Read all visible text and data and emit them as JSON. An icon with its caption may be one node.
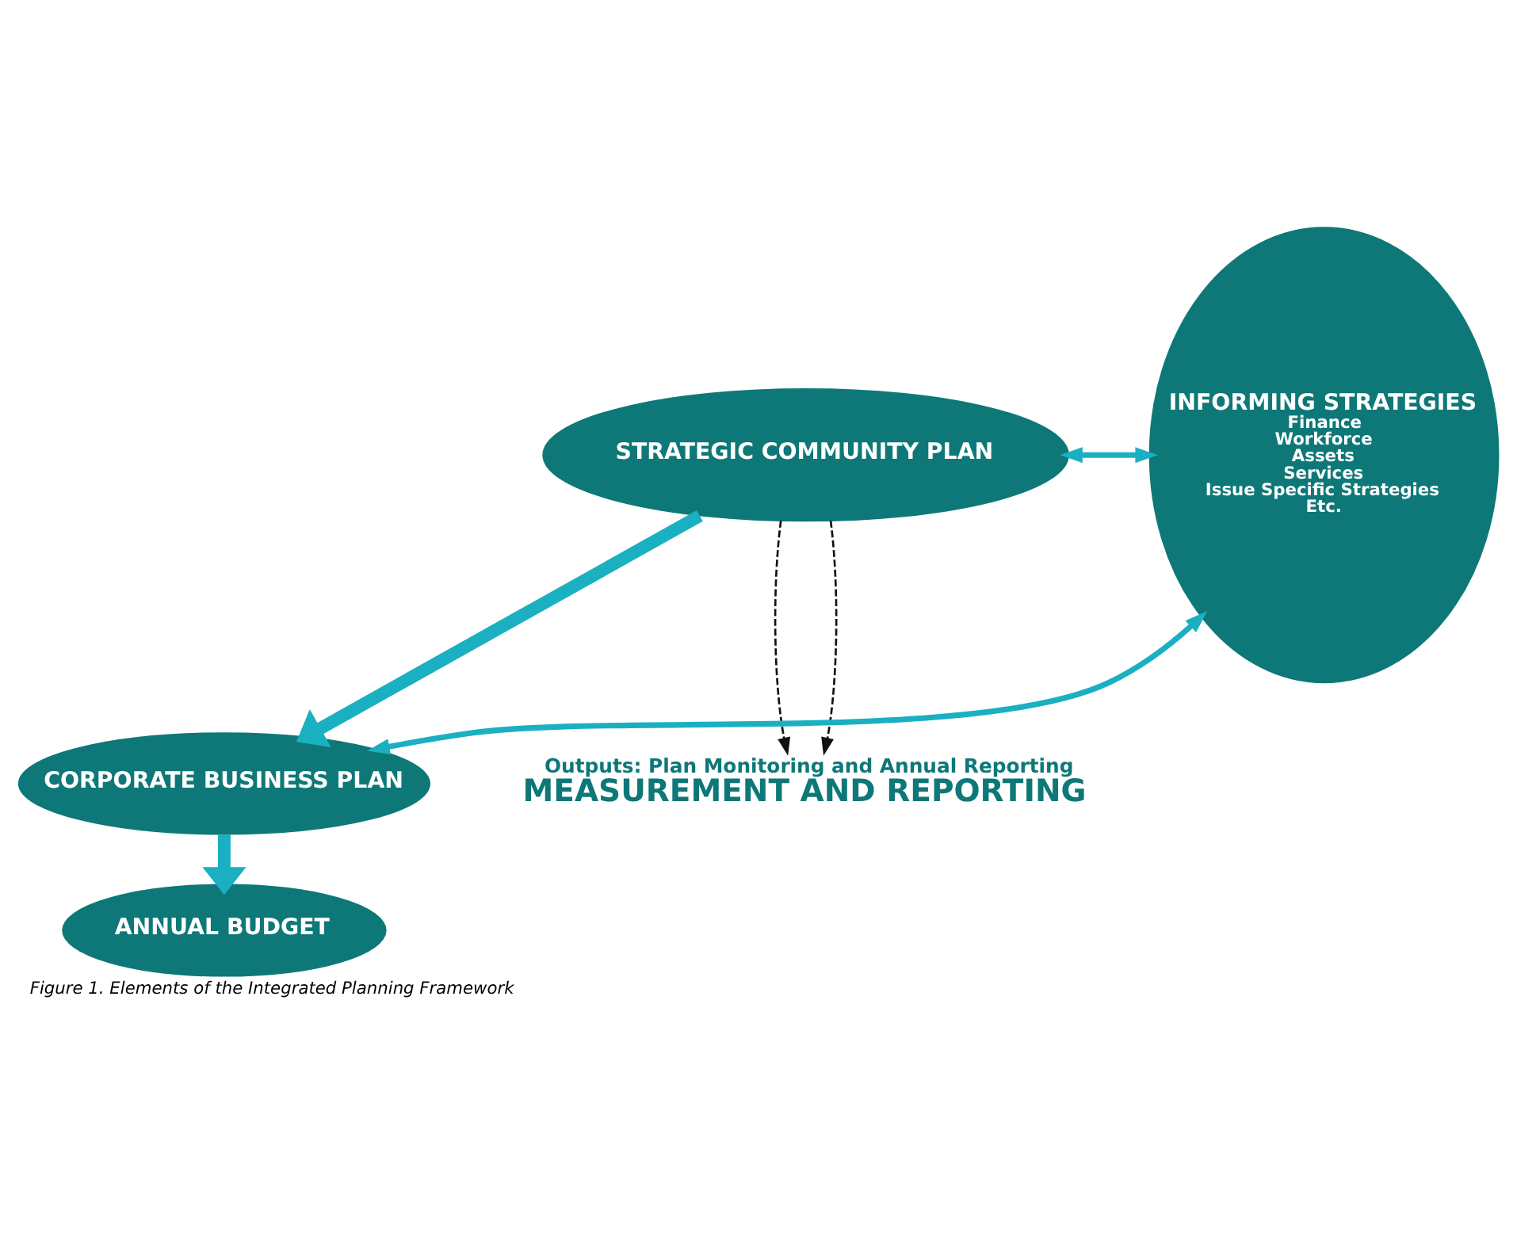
{
  "diagram": {
    "caption": "Figure 1. Elements of the Integrated Planning Framework",
    "nodes": [
      {
        "text": [
          "STRATEGIC COMMUNITY PLAN"
        ]
      },
      {
        "text": [
          "CORPORATE BUSINESS PLAN"
        ]
      },
      {
        "text": [
          "ANNUAL BUDGET"
        ]
      },
      {
        "text": [
          "INFORMING STRATEGIES",
          "Finance",
          "Workforce",
          "Assets",
          "Services",
          "Issue Specific Strategies",
          "Etc."
        ]
      },
      {
        "text": [
          "Outputs: Plan Monitoring and Annual Reporting",
          "MEASUREMENT AND REPORTING"
        ]
      }
    ],
    "edges": [
      {
        "from": 0,
        "to": 1,
        "arrow": "to",
        "style": "thick"
      },
      {
        "from": 1,
        "to": 2,
        "arrow": "to",
        "style": "thick"
      },
      {
        "from": 0,
        "to": 3,
        "arrow": "both"
      },
      {
        "from": 1,
        "to": 3,
        "arrow": "both"
      },
      {
        "from": 0,
        "to": 4,
        "arrow": "to",
        "style": "dashed",
        "color": "#111111"
      },
      {
        "from": 0,
        "to": 4,
        "arrow": "to",
        "style": "dashed",
        "color": "#111111"
      }
    ]
  }
}
